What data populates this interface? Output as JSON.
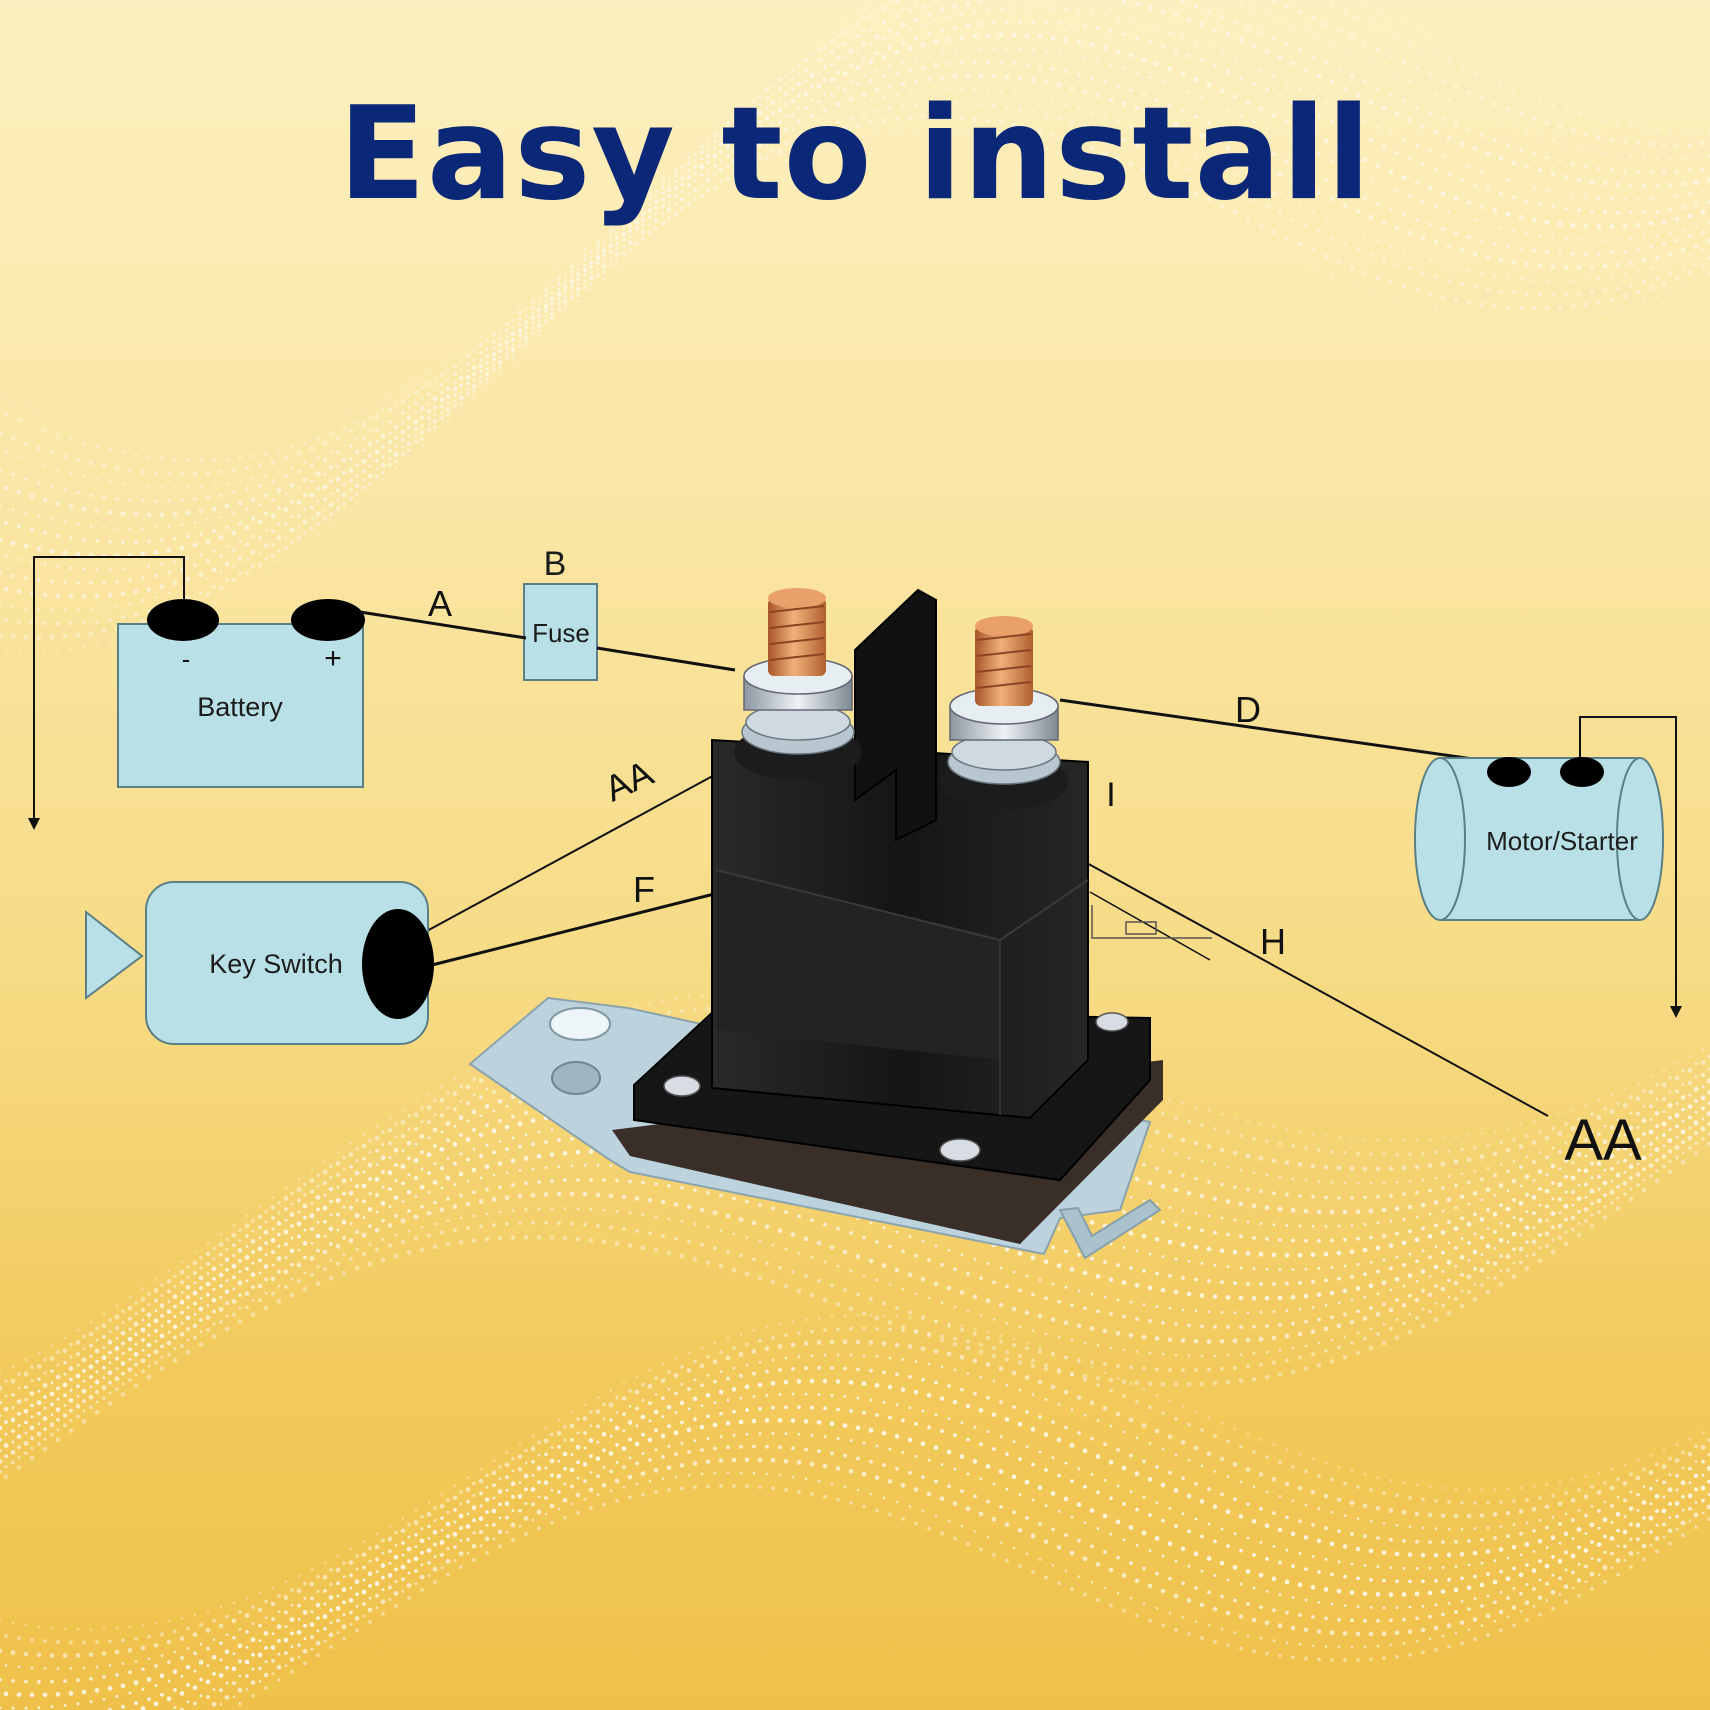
{
  "headline": "Easy to install",
  "colors": {
    "headline": "#0b2878",
    "component_fill": "#b8e0e6",
    "component_stroke": "#5a7f86",
    "wire": "#111111",
    "solenoid_body": "#1a1a1a",
    "copper": "#d98a4e",
    "bracket": "#bcd3de"
  },
  "diagram": {
    "battery": {
      "label": "Battery",
      "minus": "-",
      "plus": "+"
    },
    "fuse": {
      "label": "Fuse",
      "tag": "B"
    },
    "key_switch": {
      "label": "Key Switch"
    },
    "motor": {
      "label": "Motor/Starter"
    },
    "wire_labels": {
      "a": "A",
      "aa_upper": "AA",
      "d": "D",
      "f": "F",
      "i": "I",
      "h": "H",
      "aa_lower": "AA"
    },
    "center_part": "solenoid"
  }
}
